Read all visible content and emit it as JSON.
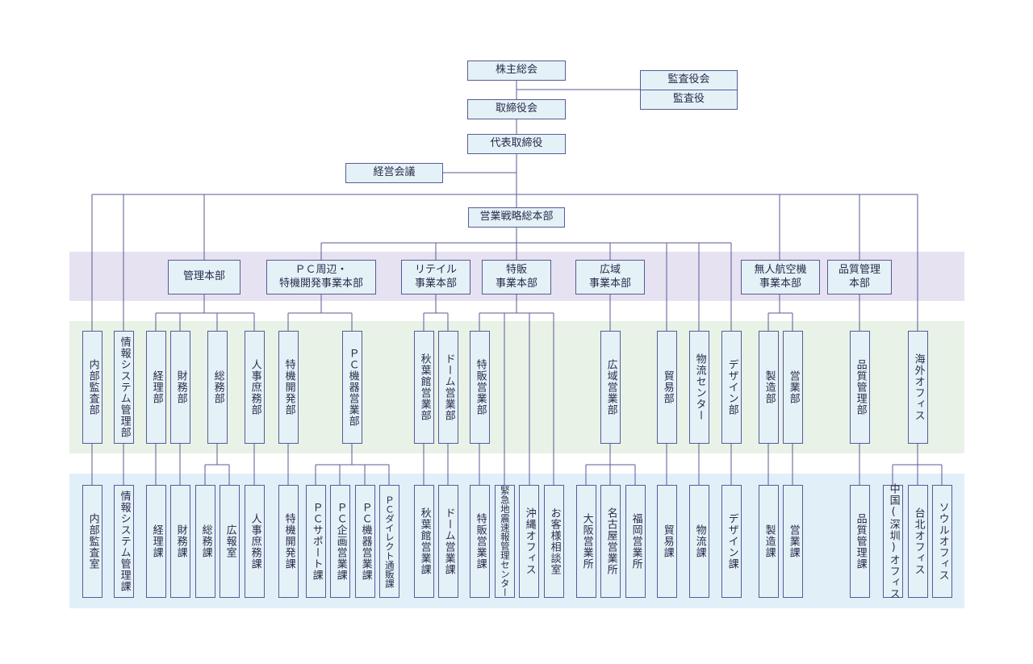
{
  "top": {
    "shareholders": "株主総会",
    "board": "取締役会",
    "ceo": "代表取締役",
    "management_council": "経営会議",
    "audit_board": "監査役会",
    "auditor": "監査役",
    "sales_strategy": "営業戦略総本部"
  },
  "divisions": {
    "admin": "管理本部",
    "pc": "ＰＣ周辺・\n特機開発事業本部",
    "retail": "リテイル\n事業本部",
    "special": "特販\n事業本部",
    "regional": "広域\n事業本部",
    "drone": "無人航空機\n事業本部",
    "quality": "品質管理\n本部"
  },
  "departments": {
    "internal_audit": "内部監査部",
    "info_system": "情報システム管理部",
    "accounting": "経理部",
    "finance": "財務部",
    "general_affairs": "総務部",
    "hr": "人事庶務部",
    "special_dev": "特機開発部",
    "pc_sales": "ＰＣ機器営業部",
    "akihabara": "秋葉館営業部",
    "dome": "ドーム営業部",
    "special_sales": "特販営業部",
    "regional_sales": "広域営業部",
    "trade": "貿易部",
    "logistics": "物流センター",
    "design": "デザイン部",
    "manufacturing": "製造部",
    "drone_sales": "営業部",
    "quality_mgmt": "品質管理部",
    "overseas": "海外オフィス"
  },
  "sections": {
    "internal_audit_office": "内部監査室",
    "info_system_section": "情報システム管理課",
    "accounting_section": "経理課",
    "finance_section": "財務課",
    "general_section": "総務課",
    "pr_office": "広報室",
    "hr_section": "人事庶務課",
    "special_dev_section": "特機開発課",
    "pc_support": "ＰＣサポート課",
    "pc_planning": "ＰＣ企画営業課",
    "pc_equipment": "ＰＣ機器営業課",
    "pc_direct": "ＰＣダイレクト通販課",
    "akihabara_section": "秋葉館営業課",
    "dome_section": "ドーム営業課",
    "special_sales_section": "特販営業課",
    "emergency_center": "緊急地震速報管理センター",
    "okinawa": "沖縄オフィス",
    "customer_consult": "お客様相談室",
    "osaka": "大阪営業所",
    "nagoya": "名古屋営業所",
    "fukuoka": "福岡営業所",
    "trade_section": "貿易課",
    "logistics_section": "物流課",
    "design_section": "デザイン課",
    "manufacturing_section": "製造課",
    "sales_section": "営業課",
    "quality_section": "品質管理課",
    "china_office": "中国(深圳)オフィス",
    "taipei_office": "台北オフィス",
    "seoul_office": "ソウルオフィス"
  }
}
